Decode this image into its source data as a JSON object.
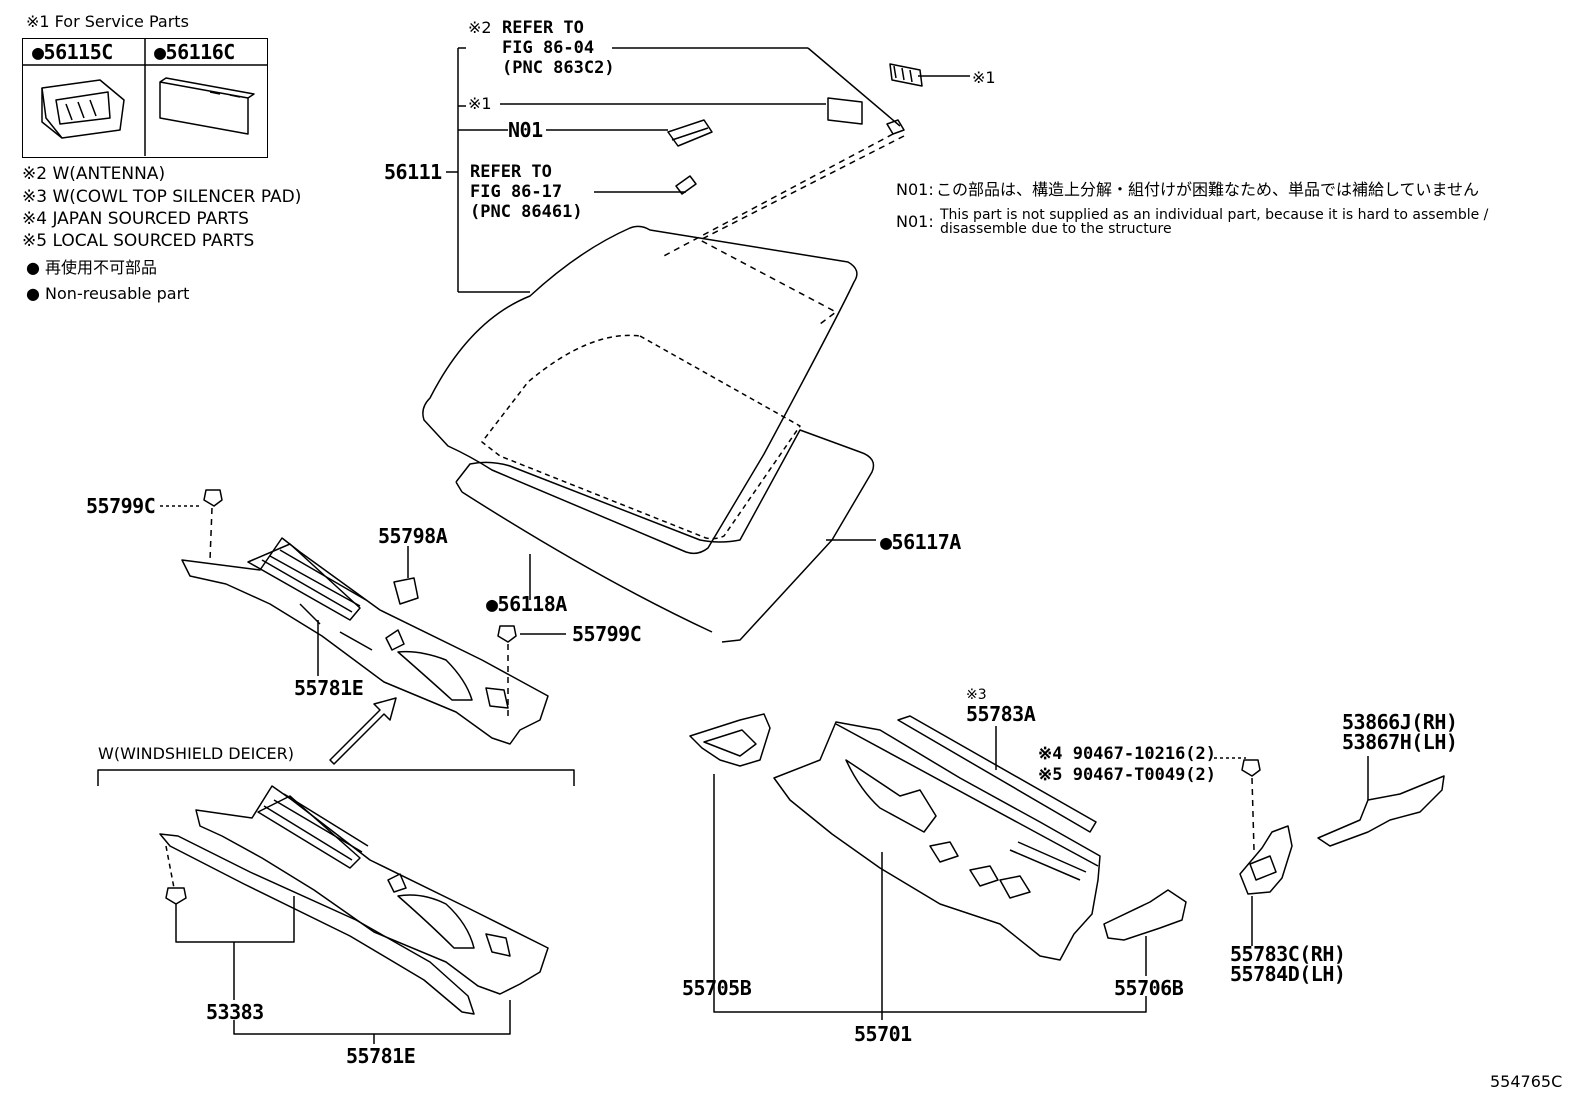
{
  "legend": {
    "service_parts_title": "※1 For Service Parts",
    "box_left_label": "●56115C",
    "box_right_label": "●56116C",
    "notes": [
      "※2 W(ANTENNA)",
      "※3 W(COWL TOP SILENCER PAD)",
      "※4 JAPAN SOURCED PARTS",
      "※5 LOCAL SOURCED PARTS"
    ],
    "nonreusable_jp": "● 再使用不可部品",
    "nonreusable_en": "● Non-reusable part"
  },
  "refs": {
    "ref1_mark": "※2",
    "ref1_lines": [
      "REFER TO",
      "FIG 86-04",
      "(PNC 863C2)"
    ],
    "ref2_lines": [
      "REFER TO",
      "FIG 86-17",
      "(PNC 86461)"
    ],
    "mark1_left": "※1",
    "mark1_right": "※1",
    "n01": "N01"
  },
  "n01_notes": {
    "jp_prefix": "N01:",
    "jp": "この部品は、構造上分解・組付けが困難なため、単品では補給していません",
    "en_prefix": "N01:",
    "en_line1": "This part is not supplied as an individual part, because it is hard to assemble /",
    "en_line2": "disassemble due to the structure"
  },
  "parts": {
    "p56111": "56111",
    "p56117A": "●56117A",
    "p56118A": "●56118A",
    "p55799C_left": "55799C",
    "p55799C_mid": "55799C",
    "p55798A": "55798A",
    "p55781E_top": "55781E",
    "p55781E_bottom": "55781E",
    "deicer_label": "W(WINDSHIELD DEICER)",
    "p53383": "53383",
    "p55783A_mark": "※3",
    "p55783A": "55783A",
    "p90467_a": "※4 90467-10216(2)",
    "p90467_b": "※5 90467-T0049(2)",
    "p53866J": "53866J(RH)",
    "p53867H": "53867H(LH)",
    "p55705B": "55705B",
    "p55706B": "55706B",
    "p55701": "55701",
    "p55783C": "55783C(RH)",
    "p55784D": "55784D(LH)"
  },
  "figure_id": "554765C"
}
